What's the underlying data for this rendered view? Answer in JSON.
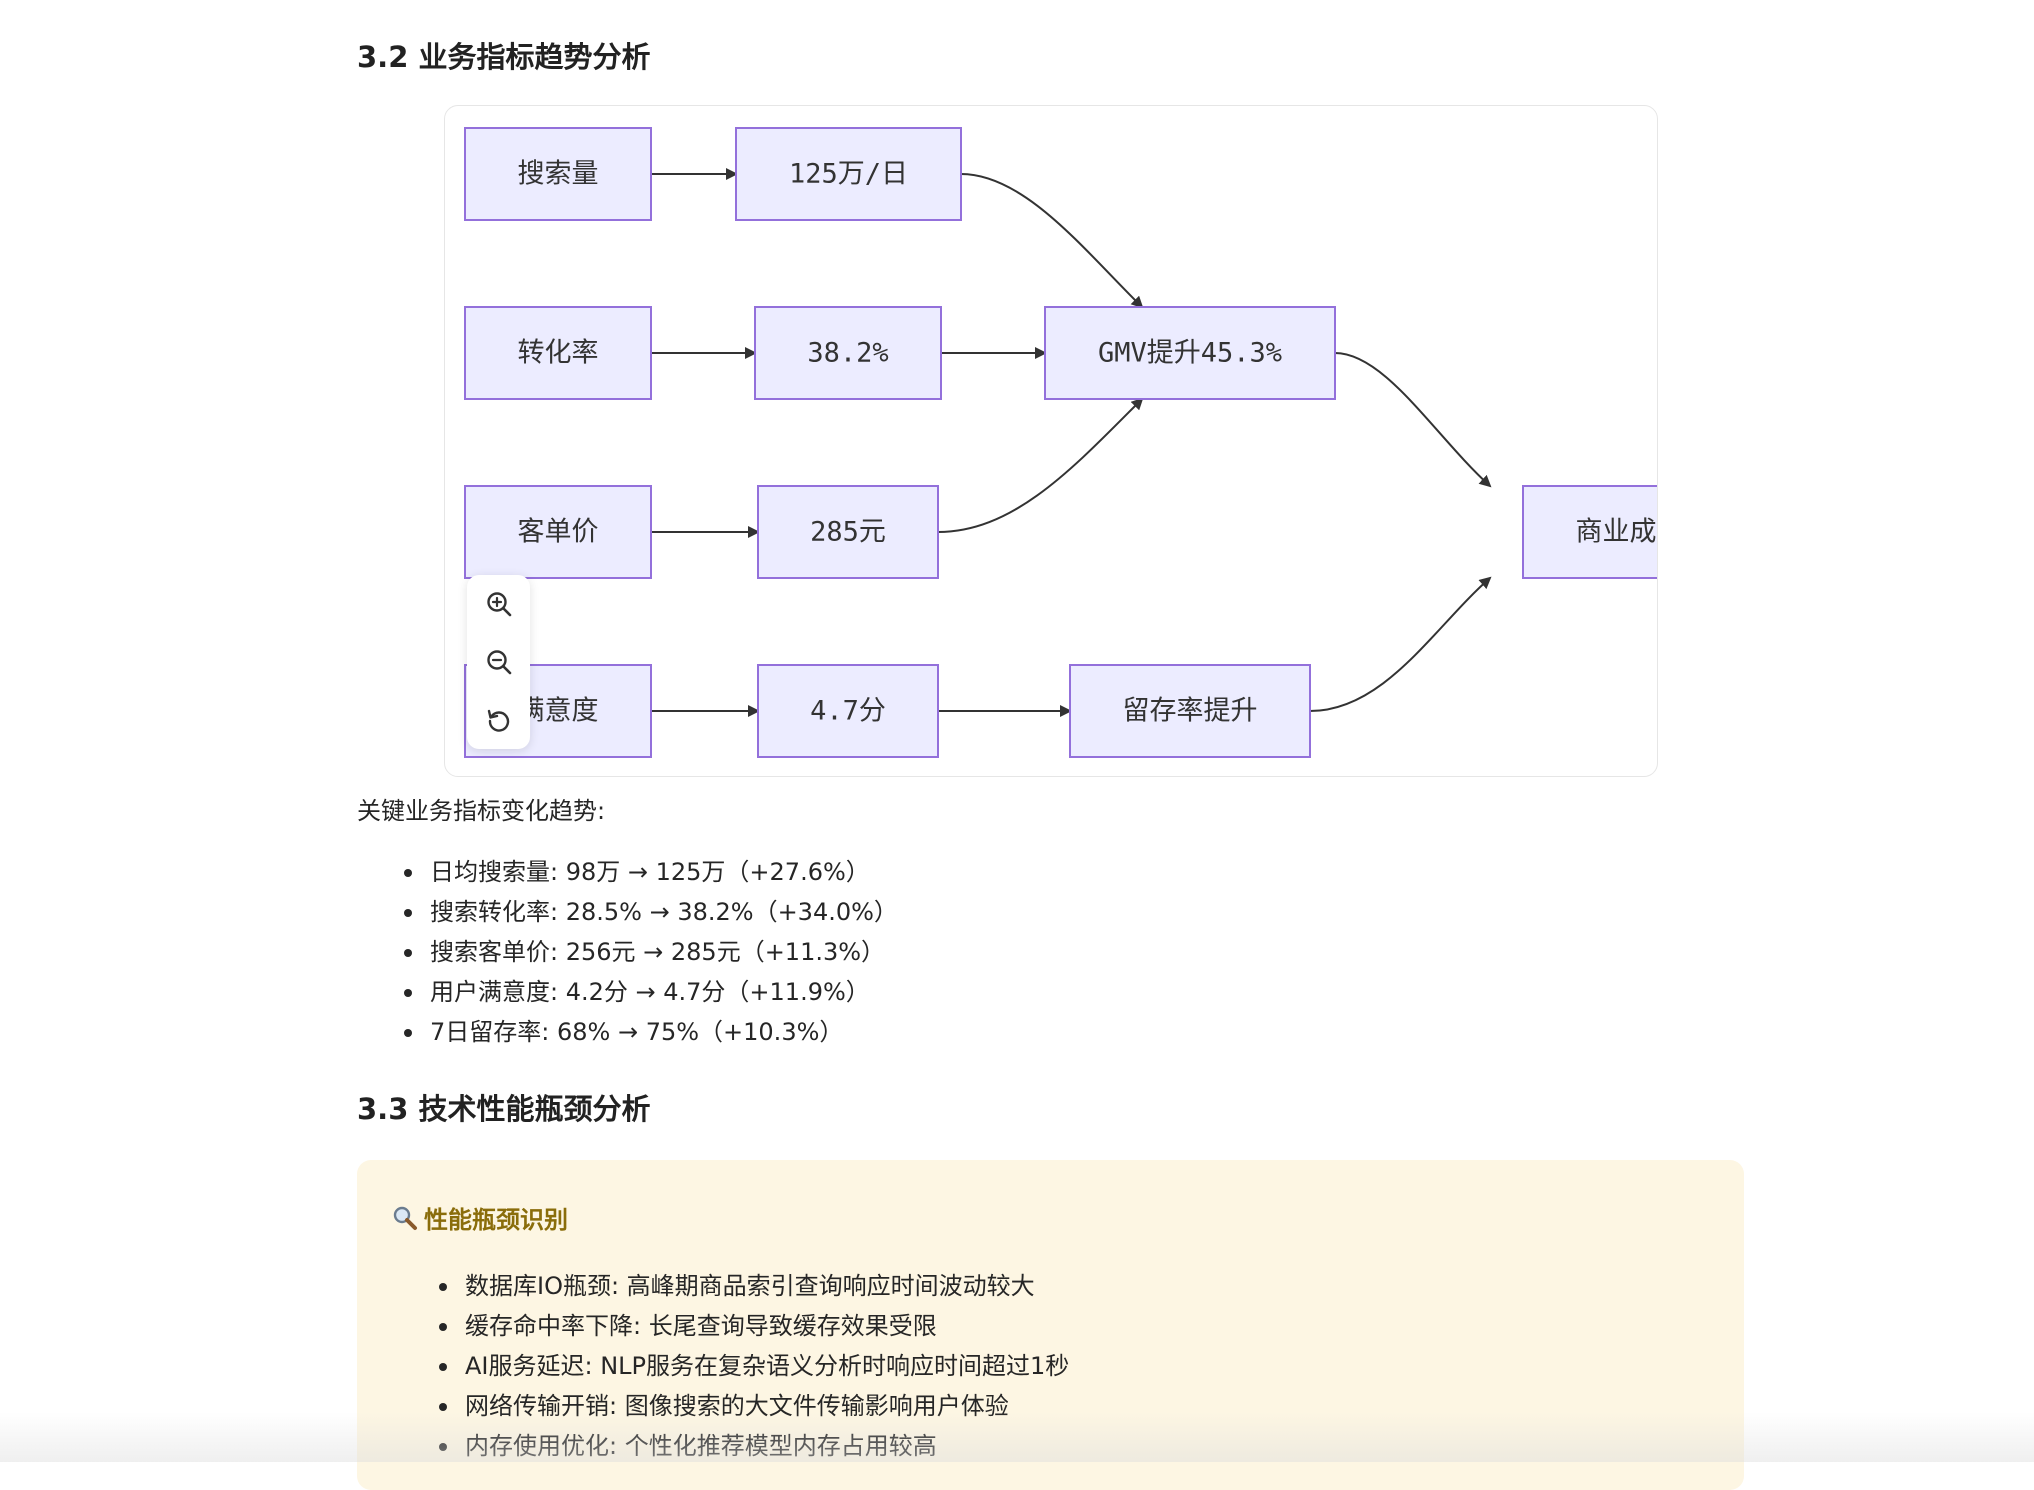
{
  "section_32": {
    "title": "3.2 业务指标趋势分析"
  },
  "diagram": {
    "nodes": {
      "search_volume": "搜索量",
      "search_value": "125万/日",
      "conversion": "转化率",
      "conversion_value": "38.2%",
      "gmv": "GMV提升45.3%",
      "avg_price": "客单价",
      "avg_price_value": "285元",
      "success": "商业成功",
      "satisfaction": "满意度",
      "satisfaction_value": "4.7分",
      "retention": "留存率提升"
    },
    "edges": [
      [
        "search_volume",
        "search_value"
      ],
      [
        "search_value",
        "gmv"
      ],
      [
        "conversion",
        "conversion_value"
      ],
      [
        "conversion_value",
        "gmv"
      ],
      [
        "avg_price",
        "avg_price_value"
      ],
      [
        "avg_price_value",
        "gmv"
      ],
      [
        "gmv",
        "success"
      ],
      [
        "satisfaction",
        "satisfaction_value"
      ],
      [
        "satisfaction_value",
        "retention"
      ],
      [
        "retention",
        "success"
      ]
    ],
    "toolbar": [
      "zoom-in-icon",
      "zoom-out-icon",
      "reset-icon"
    ],
    "colors": {
      "node_fill": "#ECECFF",
      "node_stroke": "#9370DB",
      "edge": "#333333"
    }
  },
  "trend": {
    "intro": "关键业务指标变化趋势:",
    "items": [
      "日均搜索量: 98万 → 125万（+27.6%）",
      "搜索转化率: 28.5% → 38.2%（+34.0%）",
      "搜索客单价: 256元 → 285元（+11.3%）",
      "用户满意度: 4.2分 → 4.7分（+11.9%）",
      "7日留存率: 68% → 75%（+10.3%）"
    ]
  },
  "section_33": {
    "title": "3.3 技术性能瓶颈分析"
  },
  "callout": {
    "icon": "magnifier-icon",
    "title": "性能瓶颈识别",
    "items": [
      "数据库IO瓶颈: 高峰期商品索引查询响应时间波动较大",
      "缓存命中率下降: 长尾查询导致缓存效果受限",
      "AI服务延迟: NLP服务在复杂语义分析时响应时间超过1秒",
      "网络传输开销: 图像搜索的大文件传输影响用户体验",
      "内存使用优化: 个性化推荐模型内存占用较高"
    ],
    "colors": {
      "background": "#fdf6e3",
      "title": "#8a6d0b"
    }
  }
}
